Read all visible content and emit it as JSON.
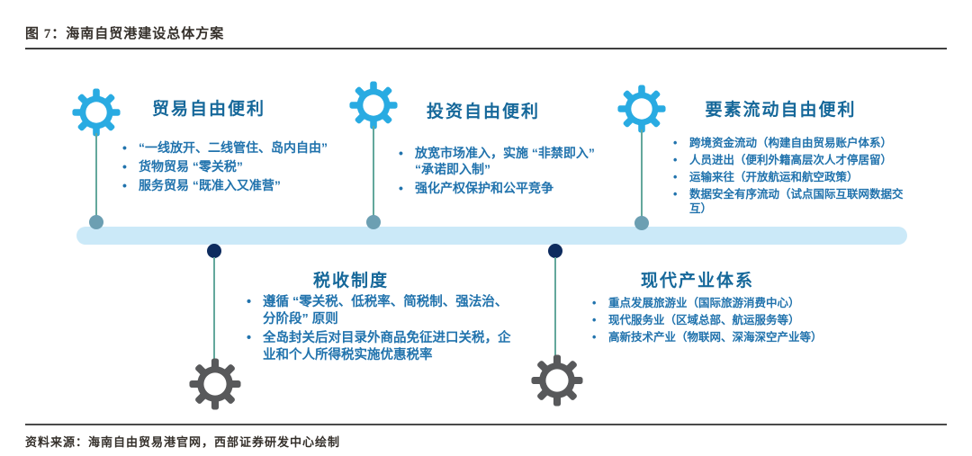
{
  "figure": {
    "title": "图 7：海南自贸港建设总体方案",
    "source": "资料来源：海南自由贸易港官网，西部证券研发中心绘制"
  },
  "colors": {
    "gear_blue": "#29ABE2",
    "gear_gray": "#58595B",
    "timeline_bar": "#CBE9F8",
    "top_connector_dot": "#6C9FB2",
    "bottom_connector_dot": "#0D2B5E",
    "stem_line": "#63A89C",
    "heading_text": "#16689A",
    "bullet_text": "#2173AD"
  },
  "top_sections": [
    {
      "icon": "gear-icon",
      "heading": "贸易自由便利",
      "bullets": [
        "“一线放开、二线管住、岛内自由”",
        "货物贸易 “零关税”",
        "服务贸易 “既准入又准营”"
      ]
    },
    {
      "icon": "gear-icon",
      "heading": "投资自由便利",
      "bullets": [
        "放宽市场准入，实施 “非禁即入” “承诺即入制”",
        "强化产权保护和公平竞争"
      ]
    },
    {
      "icon": "gear-icon",
      "heading": "要素流动自由便利",
      "bullets": [
        "跨境资金流动（构建自由贸易账户体系）",
        "人员进出（便利外籍高层次人才停居留）",
        "运输来往（开放航运和航空政策）",
        "数据安全有序流动（试点国际互联网数据交互）"
      ]
    }
  ],
  "bottom_sections": [
    {
      "icon": "gear-icon",
      "heading": "税收制度",
      "bullets": [
        "遵循 “零关税、低税率、简税制、强法治、分阶段” 原则",
        "全岛封关后对目录外商品免征进口关税，企业和个人所得税实施优惠税率"
      ]
    },
    {
      "icon": "gear-icon",
      "heading": "现代产业体系",
      "bullets": [
        "重点发展旅游业（国际旅游消费中心）",
        "现代服务业（区域总部、航运服务等）",
        "高新技术产业（物联网、深海深空产业等）"
      ]
    }
  ]
}
